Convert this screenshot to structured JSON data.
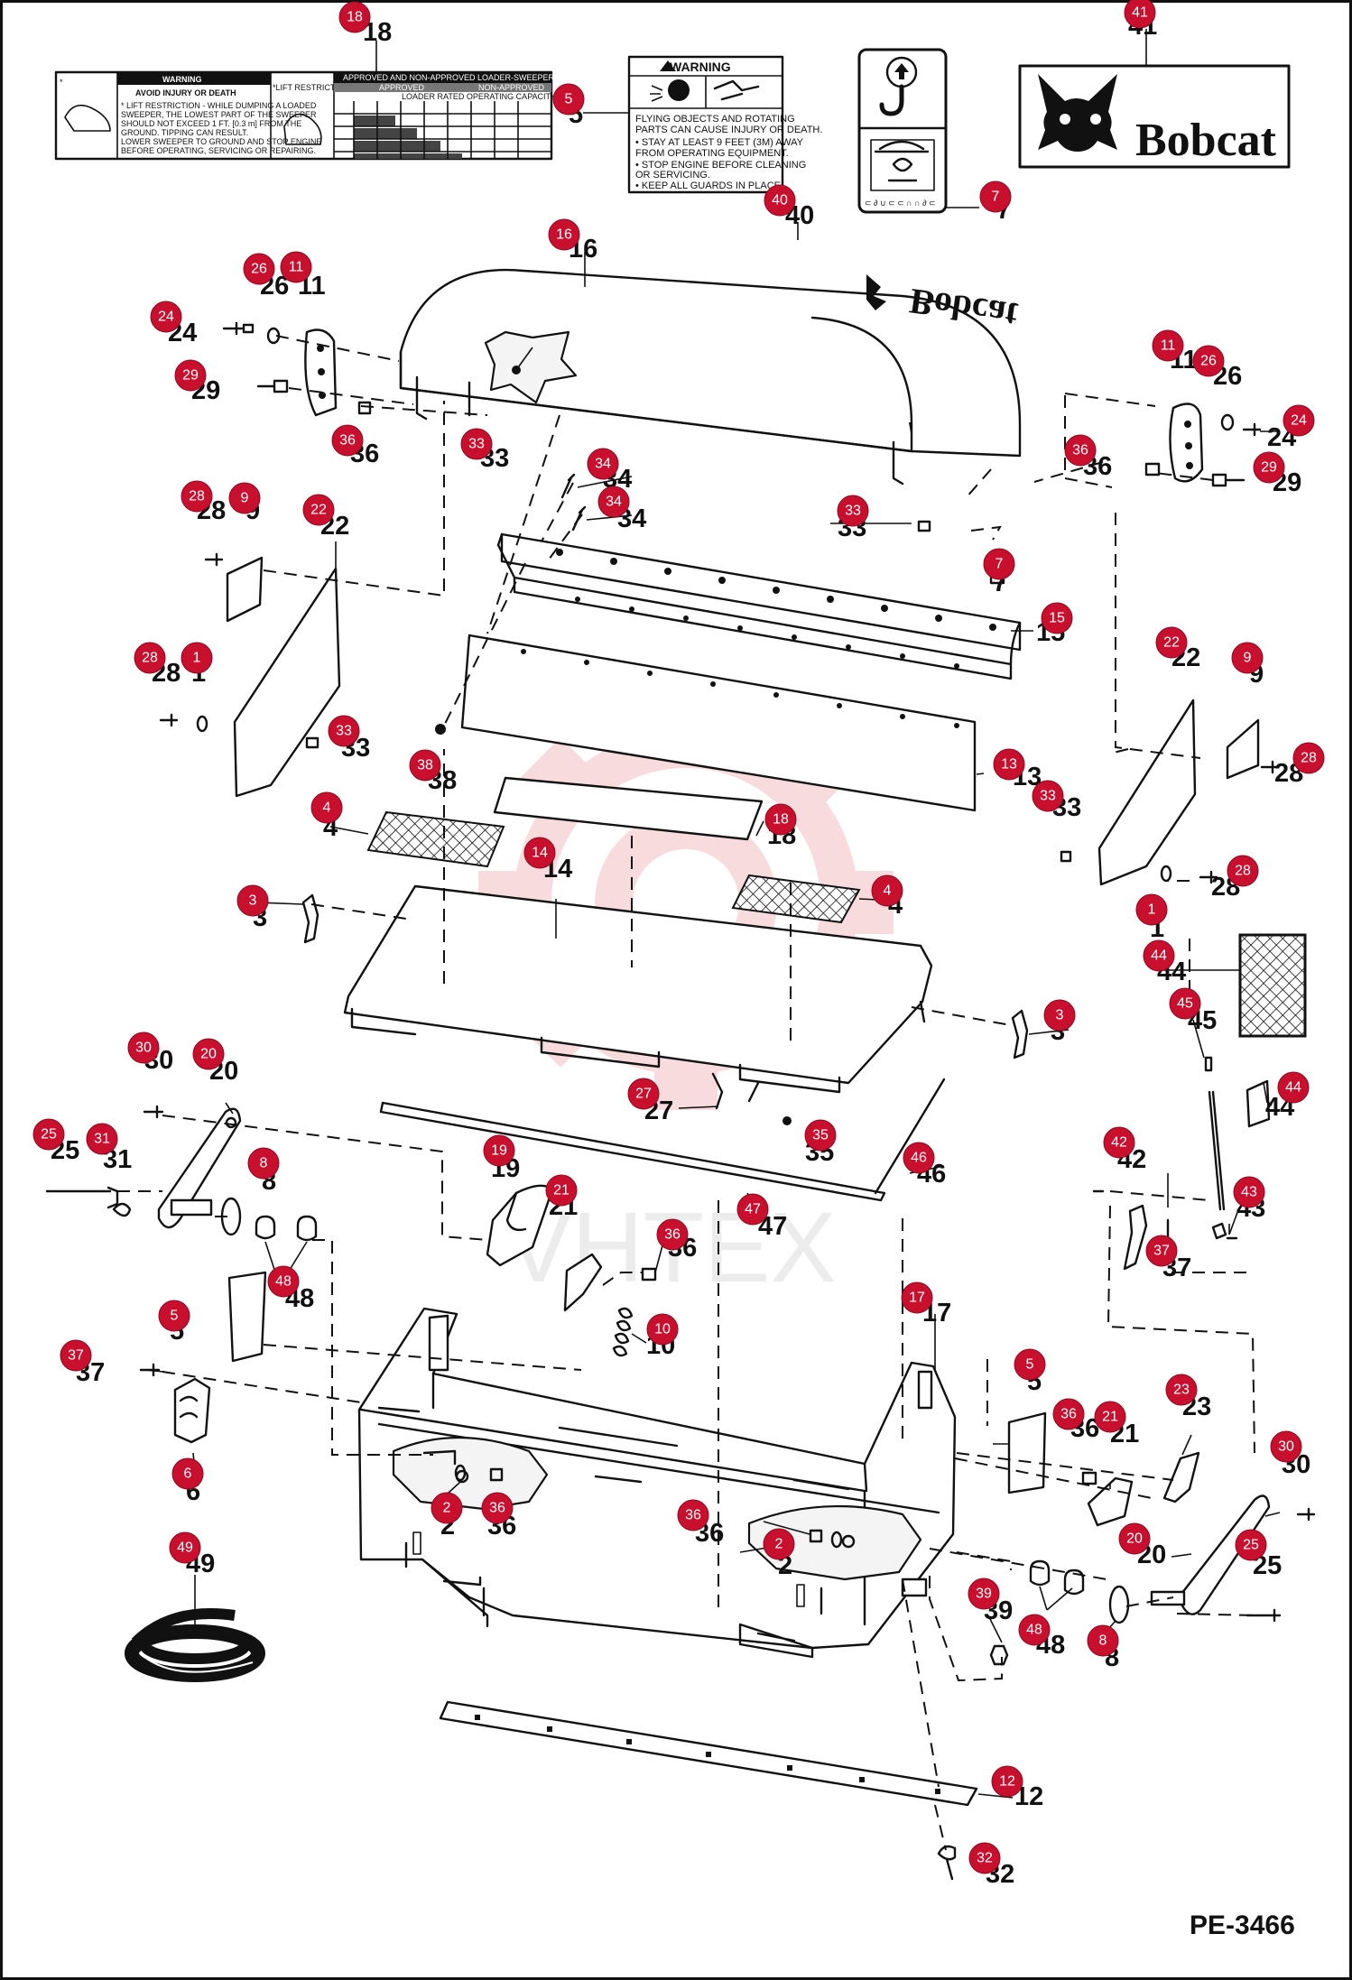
{
  "figure_code": "PE-3466",
  "watermark": "VHTEX",
  "decals": {
    "decal_18": {
      "warning_title": "WARNING",
      "avoid": "AVOID INJURY OR DEATH",
      "body_lines": [
        "* LIFT RESTRICTION - WHILE DUMPING A LOADED",
        "SWEEPER, THE LOWEST PART OF THE SWEEPER",
        "SHOULD NOT EXCEED 1 FT. [0.3 m] FROM THE",
        "GROUND. TIPPING CAN RESULT.",
        "LOWER SWEEPER TO GROUND AND STOP ENGINE",
        "BEFORE OPERATING, SERVICING OR REPAIRING."
      ],
      "lift_restriction": "*LIFT RESTRICTION",
      "table_title": "APPROVED AND NON-APPROVED LOADER-SWEEPER COMBINATION",
      "approved": "APPROVED",
      "non_approved": "NON-APPROVED",
      "capacity": "LOADER RATED OPERATING CAPACITY"
    },
    "decal_5": {
      "warning_title": "WARNING",
      "lines": [
        "FLYING OBJECTS AND ROTATING",
        "PARTS CAN CAUSE INJURY OR DEATH.",
        "• STAY AT LEAST 9 FEET (3M) AWAY",
        "FROM OPERATING EQUIPMENT.",
        "• STOP ENGINE BEFORE CLEANING",
        "OR SERVICING.",
        "• KEEP ALL GUARDS IN PLACE."
      ]
    },
    "decal_41": {
      "brand": "Bobcat"
    },
    "decal_40": {
      "mirror_text": "Bobcat"
    }
  },
  "callouts": [
    {
      "label": "18"
    },
    {
      "label": "5"
    },
    {
      "label": "41"
    },
    {
      "label": "7"
    },
    {
      "label": "40"
    },
    {
      "label": "16"
    },
    {
      "label": "26"
    },
    {
      "label": "11"
    },
    {
      "label": "24"
    },
    {
      "label": "29"
    },
    {
      "label": "36"
    },
    {
      "label": "33"
    },
    {
      "label": "34"
    },
    {
      "label": "34"
    },
    {
      "label": "11"
    },
    {
      "label": "26"
    },
    {
      "label": "24"
    },
    {
      "label": "36"
    },
    {
      "label": "29"
    },
    {
      "label": "28"
    },
    {
      "label": "9"
    },
    {
      "label": "22"
    },
    {
      "label": "33"
    },
    {
      "label": "7"
    },
    {
      "label": "15"
    },
    {
      "label": "28"
    },
    {
      "label": "1"
    },
    {
      "label": "33"
    },
    {
      "label": "38"
    },
    {
      "label": "22"
    },
    {
      "label": "9"
    },
    {
      "label": "28"
    },
    {
      "label": "13"
    },
    {
      "label": "33"
    },
    {
      "label": "4"
    },
    {
      "label": "18"
    },
    {
      "label": "14"
    },
    {
      "label": "28"
    },
    {
      "label": "3"
    },
    {
      "label": "4"
    },
    {
      "label": "1"
    },
    {
      "label": "44"
    },
    {
      "label": "45"
    },
    {
      "label": "3"
    },
    {
      "label": "30"
    },
    {
      "label": "20"
    },
    {
      "label": "27"
    },
    {
      "label": "35"
    },
    {
      "label": "44"
    },
    {
      "label": "25"
    },
    {
      "label": "31"
    },
    {
      "label": "8"
    },
    {
      "label": "19"
    },
    {
      "label": "21"
    },
    {
      "label": "46"
    },
    {
      "label": "42"
    },
    {
      "label": "47"
    },
    {
      "label": "43"
    },
    {
      "label": "36"
    },
    {
      "label": "37"
    },
    {
      "label": "48"
    },
    {
      "label": "10"
    },
    {
      "label": "5"
    },
    {
      "label": "17"
    },
    {
      "label": "37"
    },
    {
      "label": "5"
    },
    {
      "label": "36"
    },
    {
      "label": "21"
    },
    {
      "label": "23"
    },
    {
      "label": "30"
    },
    {
      "label": "6"
    },
    {
      "label": "2"
    },
    {
      "label": "36"
    },
    {
      "label": "36"
    },
    {
      "label": "2"
    },
    {
      "label": "20"
    },
    {
      "label": "25"
    },
    {
      "label": "49"
    },
    {
      "label": "39"
    },
    {
      "label": "48"
    },
    {
      "label": "8"
    },
    {
      "label": "12"
    },
    {
      "label": "32"
    }
  ]
}
